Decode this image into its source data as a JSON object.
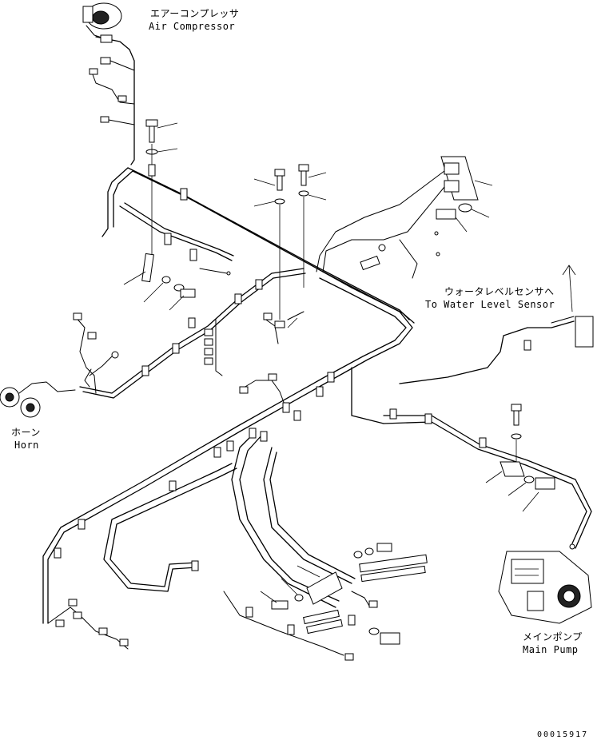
{
  "labels": {
    "air_compressor_jp": "エアーコンプレッサ",
    "air_compressor_en": "Air Compressor",
    "water_sensor_jp": "ウォータレベルセンサへ",
    "water_sensor_en": "To Water Level Sensor",
    "horn_jp": "ホーン",
    "horn_en": "Horn",
    "main_pump_jp": "メインポンプ",
    "main_pump_en": "Main Pump",
    "drawing_number": "00015917"
  }
}
